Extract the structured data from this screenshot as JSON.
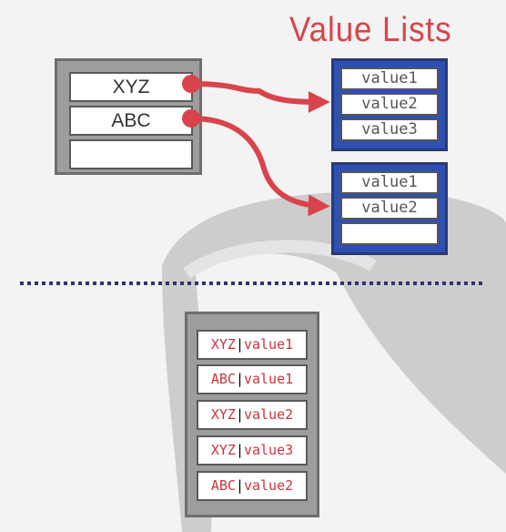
{
  "title": "Value Lists",
  "keys": [
    "XYZ",
    "ABC",
    ""
  ],
  "value_lists": [
    [
      "value1",
      "value2",
      "value3"
    ],
    [
      "value1",
      "value2",
      ""
    ]
  ],
  "storage": [
    "XYZ|value1",
    "ABC|value1",
    "XYZ|value2",
    "XYZ|value3",
    "ABC|value2"
  ],
  "colors": {
    "accent_red": "#d9434b",
    "list_blue": "#2e4fb4",
    "divider_navy": "#2a3570",
    "box_gray": "#9d9d9d"
  }
}
